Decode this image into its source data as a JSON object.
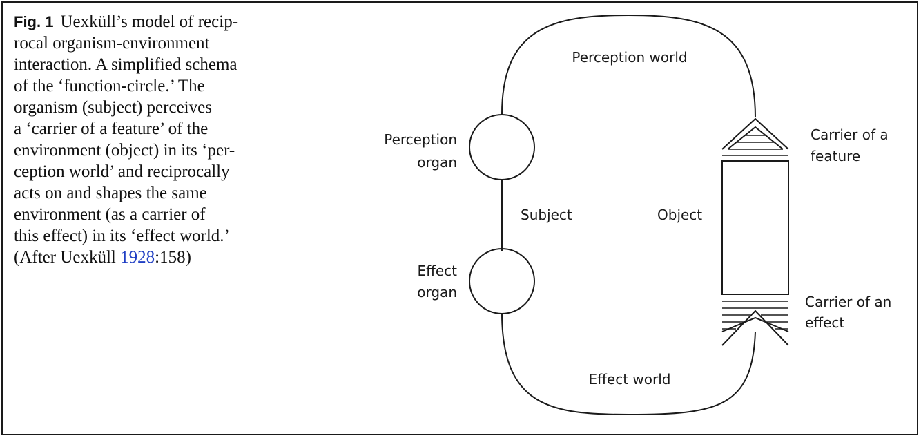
{
  "caption": {
    "label": "Fig. 1",
    "lines": [
      "Uexküll’s model of recip-",
      "rocal organism-environment",
      "interaction. A simplified schema",
      "of the ‘function-circle.’ The",
      "organism (subject) perceives",
      "a ‘carrier of a feature’ of the",
      "environment (object) in its ‘per-",
      "ception world’ and reciprocally",
      "acts on and shapes the same",
      "environment (as a carrier of",
      "this effect) in its ‘effect world.’"
    ],
    "last_prefix": "(After Uexküll ",
    "ref_year": "1928",
    "last_suffix": ":158)"
  },
  "diagram": {
    "perception_world": "Perception world",
    "effect_world": "Effect world",
    "perception_organ_line1": "Perception",
    "perception_organ_line2": "organ",
    "effect_organ_line1": "Effect",
    "effect_organ_line2": "organ",
    "subject": "Subject",
    "object": "Object",
    "carrier_feature_line1": "Carrier of a",
    "carrier_feature_line2": "feature",
    "carrier_effect_line1": "Carrier of an",
    "carrier_effect_line2": "effect"
  }
}
